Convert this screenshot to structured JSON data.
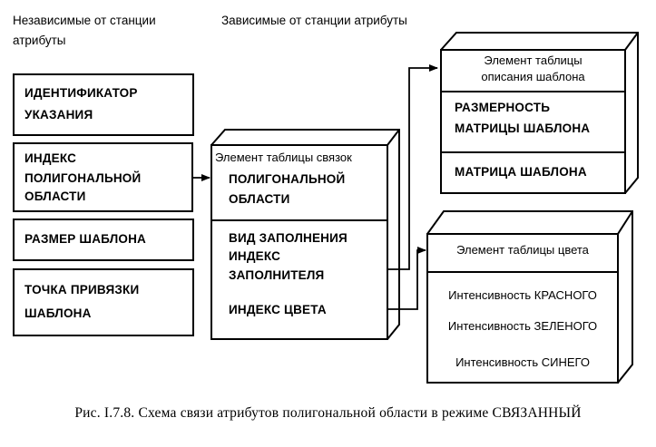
{
  "headers": {
    "independent": [
      "Независимые от станции",
      "атрибуты"
    ],
    "dependent": "Зависимые от станции атрибуты"
  },
  "left_boxes": [
    [
      "ИДЕНТИФИКАТОР",
      "УКАЗАНИЯ"
    ],
    [
      "ИНДЕКС",
      "ПОЛИГОНАЛЬНОЙ",
      "ОБЛАСТИ"
    ],
    [
      "РАЗМЕР ШАБЛОНА"
    ],
    [
      "ТОЧКА ПРИВЯЗКИ",
      "ШАБЛОНА"
    ]
  ],
  "bundle_table": {
    "header": "Элемент таблицы связок",
    "key": [
      "ПОЛИГОНАЛЬНОЙ",
      "ОБЛАСТИ"
    ],
    "fields": [
      "ВИД ЗАПОЛНЕНИЯ",
      "ИНДЕКС",
      "ЗАПОЛНИТЕЛЯ",
      "ИНДЕКС ЦВЕТА"
    ]
  },
  "pattern_table": {
    "header": [
      "Элемент таблицы",
      "описания шаблона"
    ],
    "size": [
      "РАЗМЕРНОСТЬ",
      "МАТРИЦЫ ШАБЛОНА"
    ],
    "matrix": "МАТРИЦА ШАБЛОНА"
  },
  "color_table": {
    "header": "Элемент таблицы цвета",
    "fields": [
      "Интенсивность КРАСНОГО",
      "Интенсивность ЗЕЛЕНОГО",
      "Интенсивность СИНЕГО"
    ]
  },
  "caption": "Рис. I.7.8. Схема связи атрибутов полигональной области в режиме СВЯЗАННЫЙ"
}
